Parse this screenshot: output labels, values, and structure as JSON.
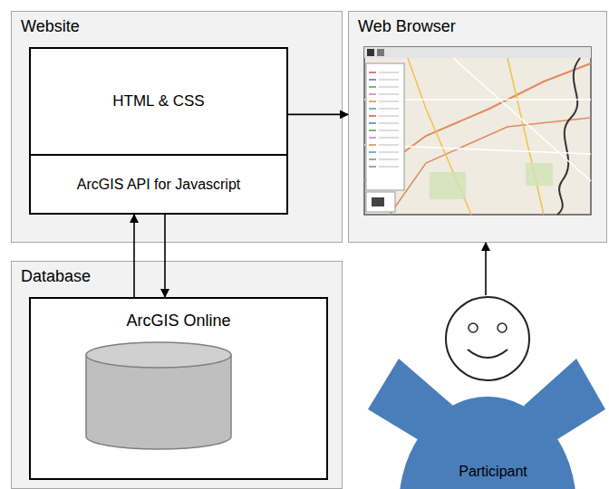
{
  "diagram": {
    "nodes": [
      {
        "text": [
          "Website"
        ]
      },
      {
        "text": [
          "HTML & CSS"
        ],
        "in": 0
      },
      {
        "text": [
          "ArcGIS API for Javascript"
        ],
        "in": 0
      },
      {
        "text": [
          "Web Browser"
        ]
      },
      {
        "text": [
          "Database"
        ]
      },
      {
        "text": [
          "ArcGIS Online"
        ],
        "in": 4
      },
      {
        "text": [
          "Participant"
        ]
      }
    ],
    "edges": [
      {
        "from": 1,
        "to": 3,
        "arrow": "to"
      },
      {
        "from": 5,
        "to": 2,
        "arrow": "to"
      },
      {
        "from": 2,
        "to": 5,
        "arrow": "to"
      },
      {
        "from": 6,
        "to": 3,
        "arrow": "to"
      }
    ]
  }
}
